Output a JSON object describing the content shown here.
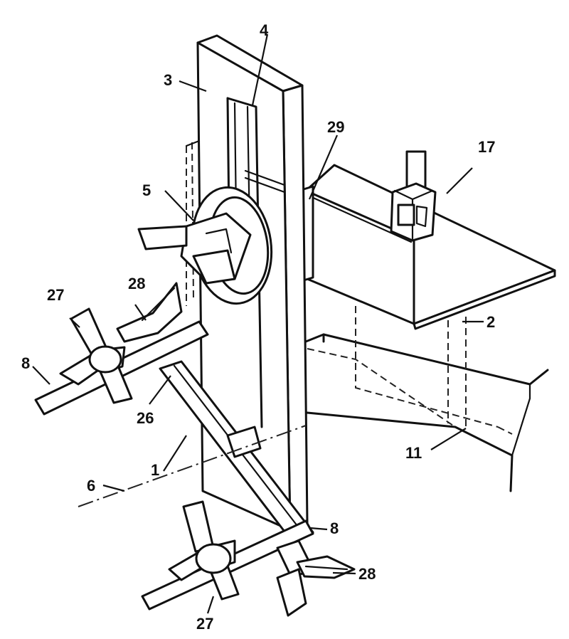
{
  "labels": {
    "l1": "1",
    "l2": "2",
    "l3": "3",
    "l4": "4",
    "l5": "5",
    "l6": "6",
    "l8a": "8",
    "l8b": "8",
    "l11": "11",
    "l17": "17",
    "l26": "26",
    "l27a": "27",
    "l27b": "27",
    "l28a": "28",
    "l28b": "28",
    "l29": "29"
  }
}
